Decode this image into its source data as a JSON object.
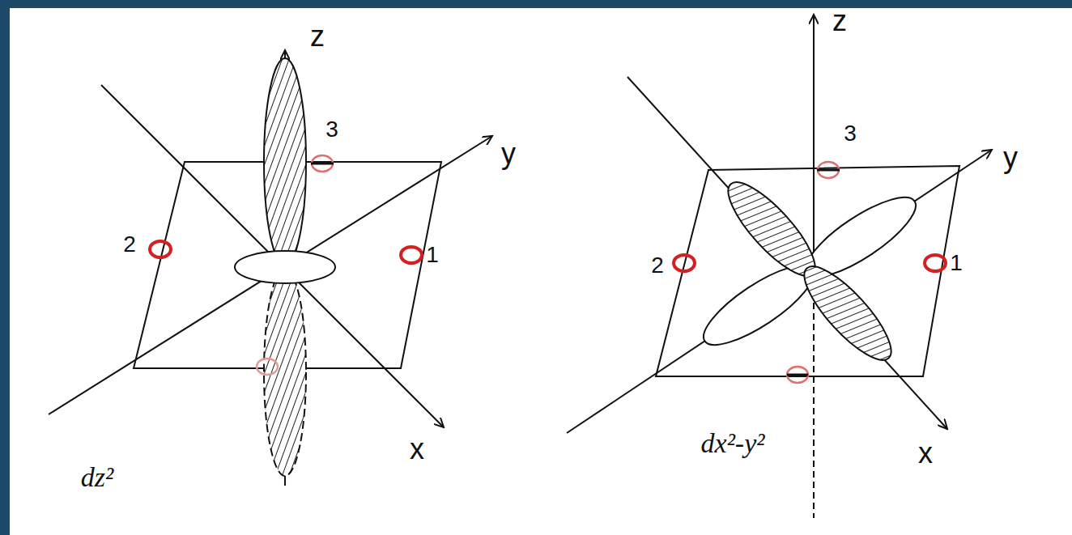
{
  "diagram": {
    "labels": [
      "z",
      "y",
      "x",
      "3",
      "2",
      "1",
      "dz²",
      "z",
      "y",
      "x",
      "3",
      "2",
      "1",
      "dx²-y²"
    ]
  }
}
